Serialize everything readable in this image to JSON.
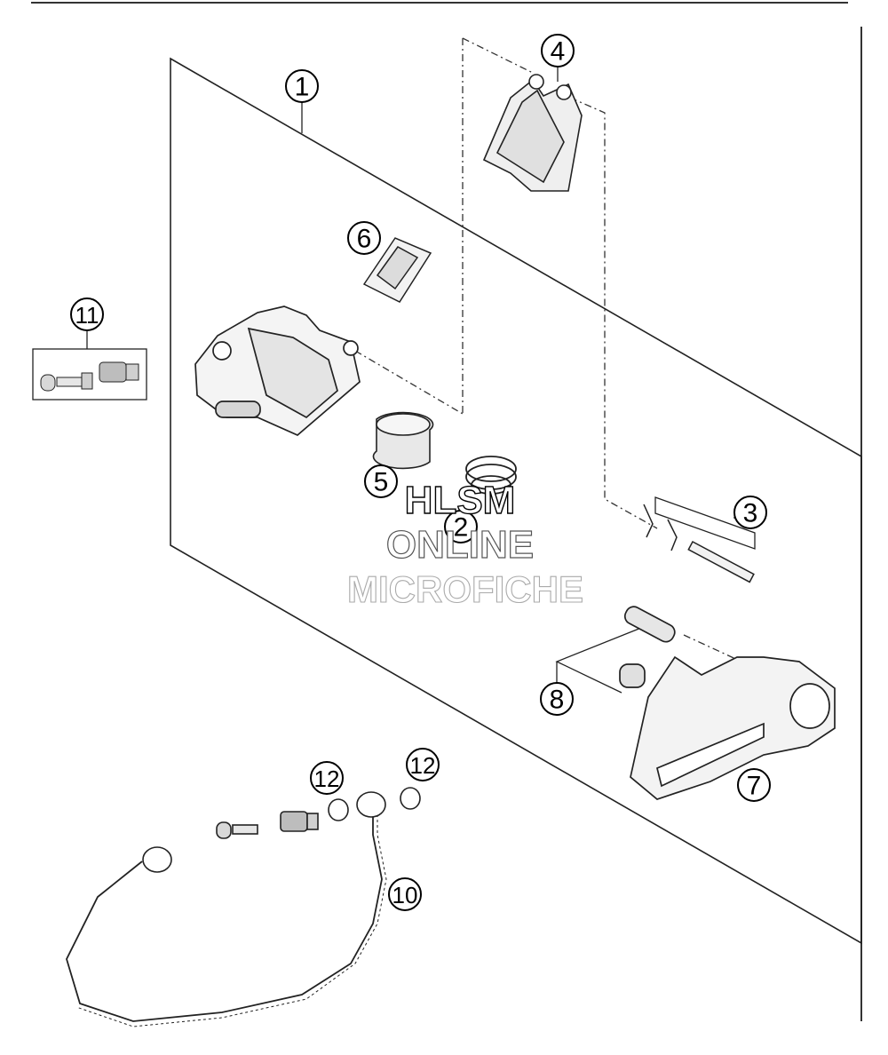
{
  "diagram": {
    "callouts": [
      {
        "id": "1",
        "label": "1"
      },
      {
        "id": "2",
        "label": "2"
      },
      {
        "id": "3",
        "label": "3"
      },
      {
        "id": "4",
        "label": "4"
      },
      {
        "id": "5",
        "label": "5"
      },
      {
        "id": "6",
        "label": "6"
      },
      {
        "id": "7",
        "label": "7"
      },
      {
        "id": "8",
        "label": "8"
      },
      {
        "id": "10",
        "label": "10"
      },
      {
        "id": "11",
        "label": "11"
      },
      {
        "id": "12a",
        "label": "12"
      },
      {
        "id": "12b",
        "label": "12"
      }
    ],
    "watermark": {
      "line1": "HLSM",
      "line2": "ONLINE",
      "line3": "MICROFICHE"
    }
  }
}
